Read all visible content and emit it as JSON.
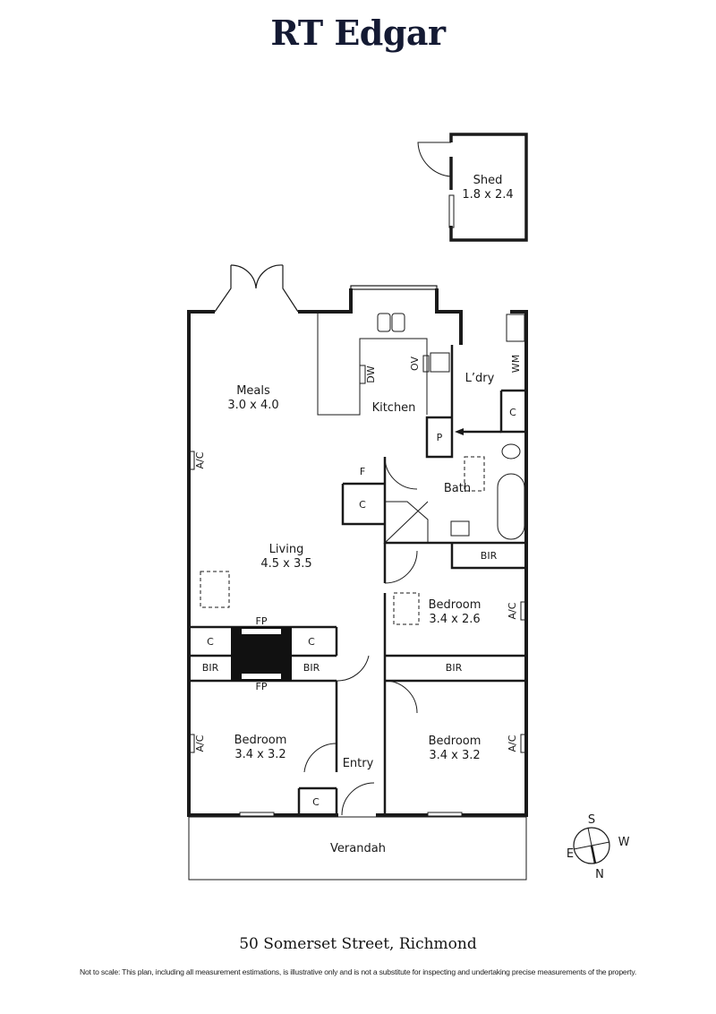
{
  "header": {
    "brand": "RT Edgar"
  },
  "rooms": {
    "shed": {
      "name": "Shed",
      "size": "1.8 x 2.4"
    },
    "meals": {
      "name": "Meals",
      "size": "3.0 x 4.0"
    },
    "kitchen": {
      "name": "Kitchen"
    },
    "laundry": {
      "name": "L’dry"
    },
    "bath": {
      "name": "Bath"
    },
    "living": {
      "name": "Living",
      "size": "4.5 x 3.5"
    },
    "bedroom_mid": {
      "name": "Bedroom",
      "size": "3.4 x 2.6"
    },
    "bedroom_left": {
      "name": "Bedroom",
      "size": "3.4 x 3.2"
    },
    "bedroom_right": {
      "name": "Bedroom",
      "size": "3.4 x 3.2"
    },
    "entry": {
      "name": "Entry"
    },
    "verandah": {
      "name": "Verandah"
    }
  },
  "fixtures": {
    "dw": "DW",
    "ov": "OV",
    "wm": "WM",
    "p": "P",
    "f": "F",
    "c": "C",
    "bir": "BIR",
    "fp": "FP",
    "ac": "A/C"
  },
  "compass": {
    "s": "S",
    "w": "W",
    "e": "E",
    "n": "N"
  },
  "footer": {
    "address": "50 Somerset Street, Richmond",
    "disclaimer": "Not to scale: This plan, including all measurement estimations, is illustrative only and is not a substitute for inspecting and undertaking precise measurements of the property."
  }
}
